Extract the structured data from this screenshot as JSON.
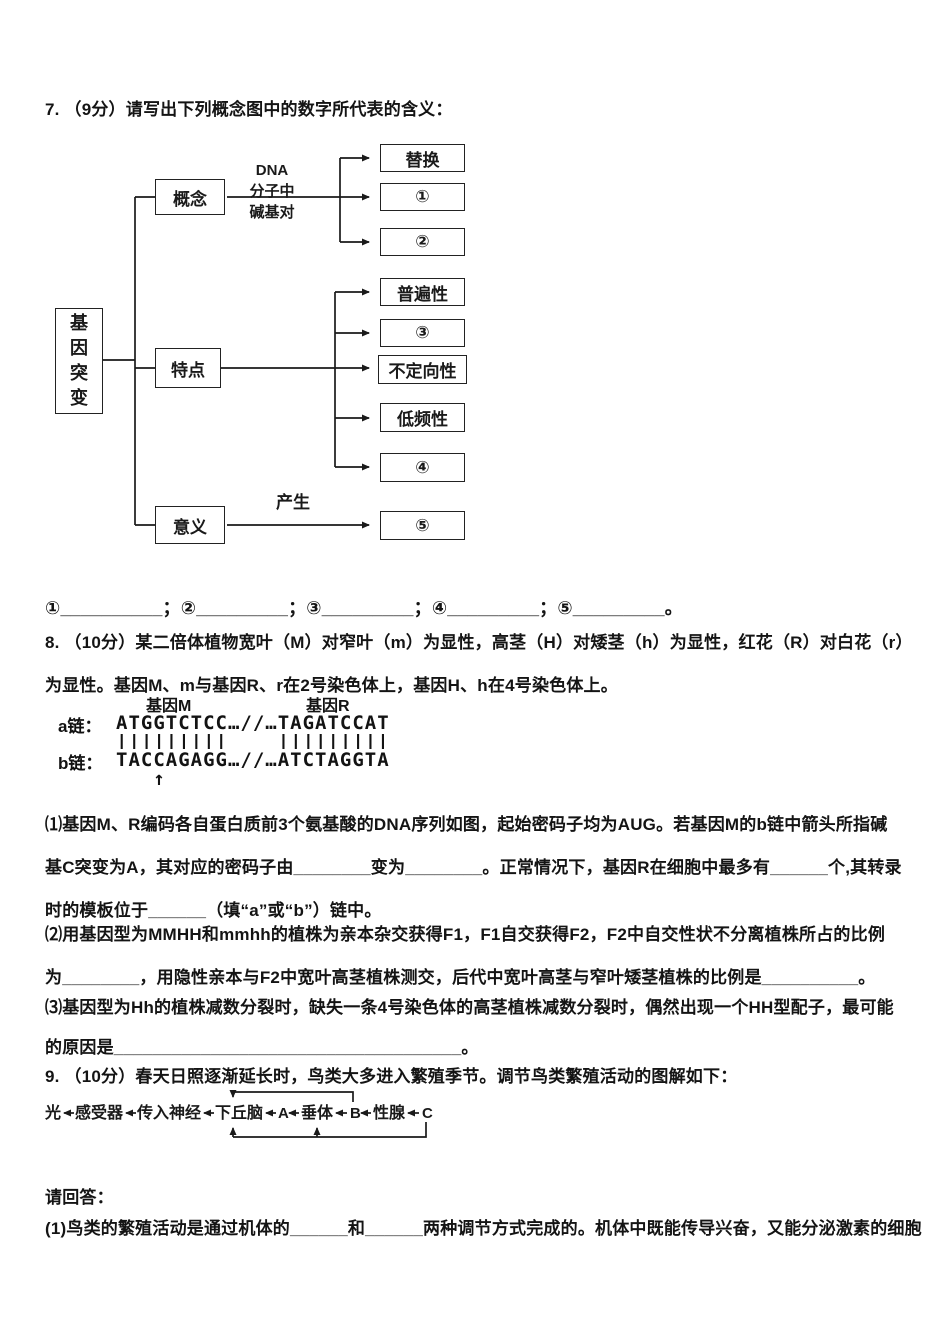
{
  "page": {
    "background": "#ffffff",
    "text_color": "#141414"
  },
  "q7": {
    "header": "7. （9分）请写出下列概念图中的数字所代表的含义：",
    "diagram": {
      "root_label": "基因突变",
      "branch1_label": "概念",
      "branch1_edge_lines": "DNA\n分子中\n碱基对",
      "branch1_targets": [
        "替换",
        "①",
        "②"
      ],
      "branch2_label": "特点",
      "branch2_targets": [
        "普遍性",
        "③",
        "不定向性",
        "低频性",
        "④"
      ],
      "branch3_label": "意义",
      "branch3_edge_label": "产生",
      "branch3_targets": [
        "⑤"
      ]
    },
    "answer_line": "①__________；②_________；③_________；④_________；⑤_________。"
  },
  "q8": {
    "intro_lines": [
      "8. （10分）某二倍体植物宽叶（M）对窄叶（m）为显性，高茎（H）对矮茎（h）为显性，红花（R）对白花（r）",
      "为显性。基因M、m与基因R、r在2号染色体上，基因H、h在4号染色体上。"
    ],
    "dna_figure": {
      "gene_left_label": "基因M",
      "gene_right_label": "基因R",
      "strand_a_label": "a链：",
      "strand_a_seq": "ATGGTCTCC…//…TAGATCCAT",
      "pair_bars": "|||||||||    |||||||||",
      "strand_b_label": "b链：",
      "strand_b_seq": "TACCAGAGG…//…ATCTAGGTA",
      "mutation_arrow": "   ↑"
    },
    "part1_lines": [
      "⑴基因M、R编码各自蛋白质前3个氨基酸的DNA序列如图，起始密码子均为AUG。若基因M的b链中箭头所指碱",
      "基C突变为A，其对应的密码子由________变为________。正常情况下，基因R在细胞中最多有______个,其转录",
      "时的模板位于______（填“a”或“b”）链中。"
    ],
    "part2_lines": [
      "⑵用基因型为MMHH和mmhh的植株为亲本杂交获得F1，F1自交获得F2，F2中自交性状不分离植株所占的比例",
      "为________，用隐性亲本与F2中宽叶高茎植株测交，后代中宽叶高茎与窄叶矮茎植株的比例是__________。"
    ],
    "part3_lines": [
      "⑶基因型为Hh的植株减数分裂时，缺失一条4号染色体的高茎植株减数分裂时，偶然出现一个HH型配子，最可能",
      "的原因是____________________________________。"
    ]
  },
  "q9": {
    "header": "9. （10分）春天日照逐渐延长时，鸟类大多进入繁殖季节。调节鸟类繁殖活动的图解如下：",
    "diagram": {
      "chain": [
        "光",
        "感受器",
        "传入神经",
        "下丘脑",
        "A",
        "垂体",
        "B",
        "性腺",
        "C"
      ]
    },
    "prompt": "请回答：",
    "part1_line": "(1)鸟类的繁殖活动是通过机体的______和______两种调节方式完成的。机体中既能传导兴奋，又能分泌激素的细胞"
  }
}
